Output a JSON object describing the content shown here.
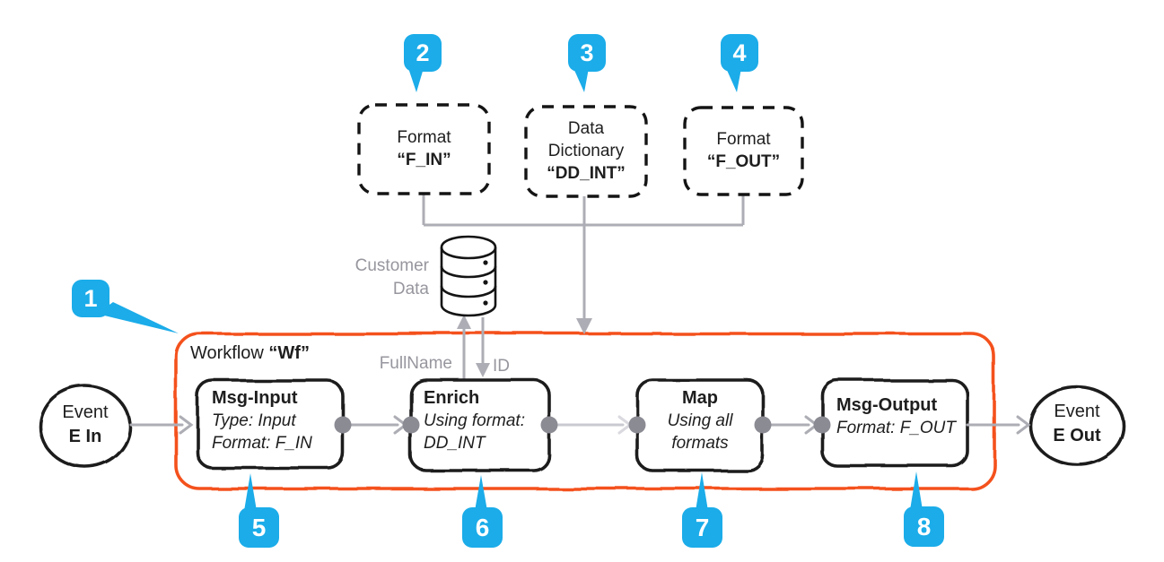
{
  "colors": {
    "badge": "#1bace9",
    "workflow_border": "#f4511e",
    "connector": "#adadb5",
    "connector_light": "#c9c9d1",
    "port": "#8b8b94",
    "muted_text": "#96969e",
    "ink": "#1e1e1e"
  },
  "badges": [
    "1",
    "2",
    "3",
    "4",
    "5",
    "6",
    "7",
    "8"
  ],
  "events": {
    "in": {
      "line1": "Event",
      "line2": "E In"
    },
    "out": {
      "line1": "Event",
      "line2": "E Out"
    }
  },
  "resources": [
    {
      "line1": "Format",
      "name": "“F_IN”"
    },
    {
      "line1": "Data",
      "line2": "Dictionary",
      "name": "“DD_INT”"
    },
    {
      "line1": "Format",
      "name": "“F_OUT”"
    }
  ],
  "database": {
    "label_line1": "Customer",
    "label_line2": "Data",
    "up_arrow_label": "FullName",
    "down_arrow_label": "ID"
  },
  "workflow": {
    "label_prefix": "Workflow ",
    "label_name": "“Wf”",
    "nodes": [
      {
        "title": "Msg-Input",
        "lines": [
          "Type: Input",
          "Format: F_IN"
        ]
      },
      {
        "title": "Enrich",
        "lines": [
          "Using format:",
          "DD_INT"
        ]
      },
      {
        "title": "Map",
        "lines": [
          "Using all",
          "formats"
        ]
      },
      {
        "title": "Msg-Output",
        "lines": [
          "Format: F_OUT"
        ]
      }
    ]
  }
}
